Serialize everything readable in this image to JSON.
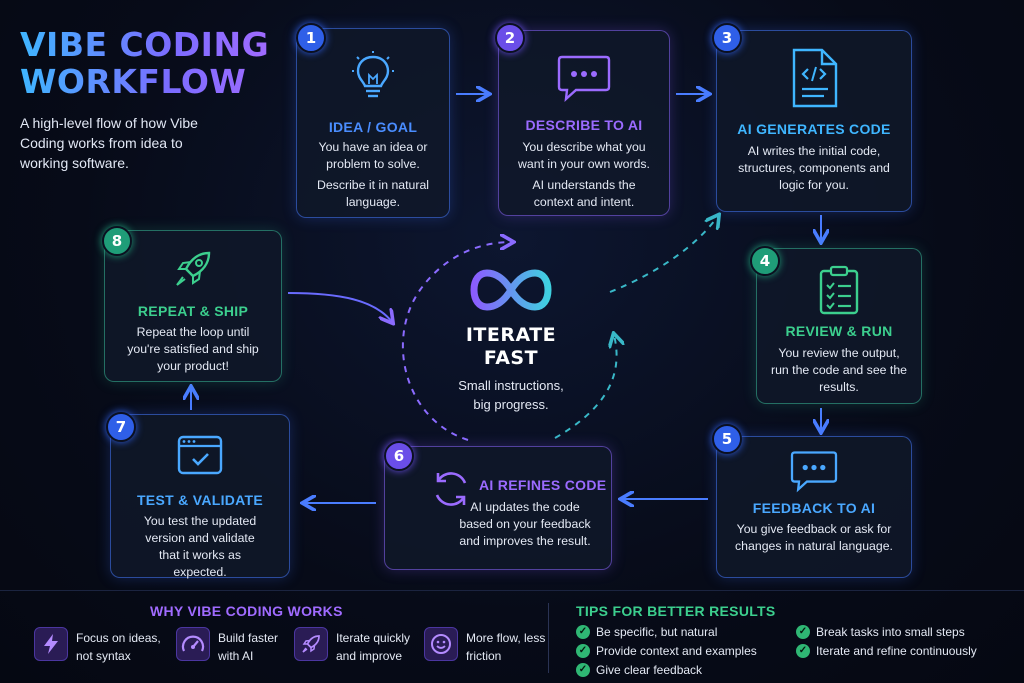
{
  "header": {
    "title_line1": "VIBE CODING",
    "title_line2": "WORKFLOW",
    "subtitle": "A high-level flow of how Vibe Coding works from idea to working software."
  },
  "steps": [
    {
      "number": "1",
      "title": "IDEA / GOAL",
      "desc1": "You have an idea or problem to solve.",
      "desc2": "Describe it in natural language.",
      "icon": "lightbulb-icon",
      "color": "#4a7dff"
    },
    {
      "number": "2",
      "title": "DESCRIBE TO AI",
      "desc1": "You describe what you want in your own words.",
      "desc2": "AI understands the context and intent.",
      "icon": "chat-bubble-icon",
      "color": "#9b6bff"
    },
    {
      "number": "3",
      "title": "AI GENERATES CODE",
      "desc1": "AI writes the initial code, structures, components and logic for you.",
      "desc2": "",
      "icon": "code-file-icon",
      "color": "#3fb6ff"
    },
    {
      "number": "4",
      "title": "REVIEW & RUN",
      "desc1": "You review the output, run the code and see the results.",
      "desc2": "",
      "icon": "clipboard-checklist-icon",
      "color": "#3ccf8e"
    },
    {
      "number": "5",
      "title": "FEEDBACK TO AI",
      "desc1": "You give feedback or ask for changes in natural language.",
      "desc2": "",
      "icon": "chat-bubble-icon",
      "color": "#4aa8ff"
    },
    {
      "number": "6",
      "title": "AI REFINES CODE",
      "desc1": "AI updates the code based on your feedback and improves the result.",
      "desc2": "",
      "icon": "refresh-icon",
      "color": "#9b6bff"
    },
    {
      "number": "7",
      "title": "TEST & VALIDATE",
      "desc1": "You test the updated version and validate that it works as expected.",
      "desc2": "",
      "icon": "browser-check-icon",
      "color": "#4aa8ff"
    },
    {
      "number": "8",
      "title": "REPEAT & SHIP",
      "desc1": "Repeat the loop until you're satisfied and ship your product!",
      "desc2": "",
      "icon": "rocket-icon",
      "color": "#3ccf8e"
    }
  ],
  "center": {
    "title_line1": "ITERATE",
    "title_line2": "FAST",
    "desc": "Small instructions, big progress.",
    "icon": "infinity-icon"
  },
  "why": {
    "title": "WHY VIBE CODING WORKS",
    "items": [
      {
        "icon": "lightning-icon",
        "text": "Focus on ideas, not syntax"
      },
      {
        "icon": "speedometer-icon",
        "text": "Build faster with AI"
      },
      {
        "icon": "rocket-icon",
        "text": "Iterate quickly and improve"
      },
      {
        "icon": "smiley-icon",
        "text": "More flow, less friction"
      }
    ]
  },
  "tips": {
    "title": "TIPS FOR BETTER RESULTS",
    "items": [
      "Be specific, but natural",
      "Provide context and examples",
      "Give clear feedback",
      "Break tasks into small steps",
      "Iterate and refine continuously"
    ]
  }
}
